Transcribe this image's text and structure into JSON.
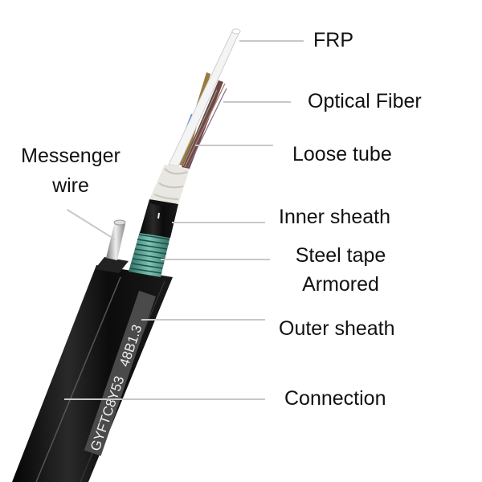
{
  "diagram": {
    "subject": "Figure-8 self-supporting armored optical fiber cable (cutaway)",
    "background": "#ffffff",
    "colors": {
      "leader_line": "#c8c8c8",
      "label_text": "#111111",
      "outer_sheath": "#141414",
      "steel_tape": "#4a9a8a",
      "water_blocking_tape": "#e8e6e0",
      "frp": "#f2f2f2",
      "messenger_wire": "#b0b0b0",
      "print_band": "#4a4a4a"
    },
    "labels": [
      {
        "id": "frp",
        "text": "FRP"
      },
      {
        "id": "optical-fiber",
        "text": "Optical Fiber"
      },
      {
        "id": "loose-tube",
        "text": "Loose tube"
      },
      {
        "id": "inner-sheath",
        "text": "Inner sheath"
      },
      {
        "id": "steel-tape",
        "text": "Steel tape",
        "text2": "Armored"
      },
      {
        "id": "outer-sheath",
        "text": "Outer sheath"
      },
      {
        "id": "connection",
        "text": "Connection"
      },
      {
        "id": "messenger-wire",
        "text": "Messenger",
        "text2": "wire"
      }
    ],
    "cable_print": {
      "text_1": "GYFTC8Y53",
      "text_2": "48B1.3"
    }
  }
}
